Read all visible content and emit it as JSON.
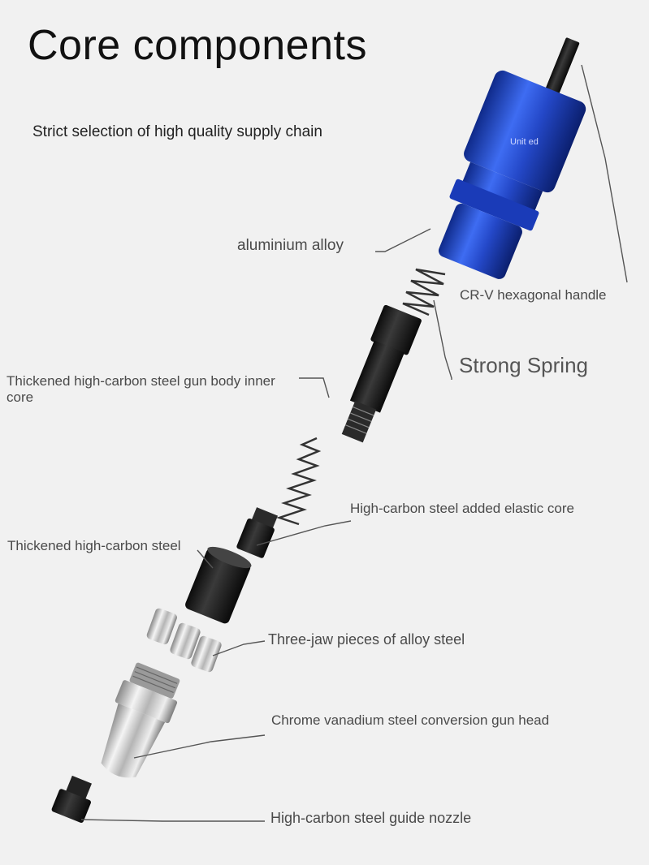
{
  "title": "Core components",
  "subtitle": "Strict selection of high quality supply chain",
  "brand_mark": "Unit ed",
  "labels": {
    "aluminium_alloy": "aluminium alloy",
    "crv_handle": "CR-V hexagonal handle",
    "strong_spring": "Strong Spring",
    "gun_body_core": "Thickened high-carbon steel gun body inner core",
    "elastic_core": "High-carbon steel added elastic core",
    "thick_steel": "Thickened high-carbon steel",
    "three_jaw": "Three-jaw pieces of alloy steel",
    "gun_head": "Chrome vanadium steel conversion gun head",
    "guide_nozzle": "High-carbon steel guide nozzle"
  },
  "colors": {
    "background": "#f1f1f1",
    "alloy_blue": "#2d55d8",
    "steel_black": "#1c1c1c",
    "chrome": "#c9c9c9",
    "leader_line": "#555555"
  }
}
